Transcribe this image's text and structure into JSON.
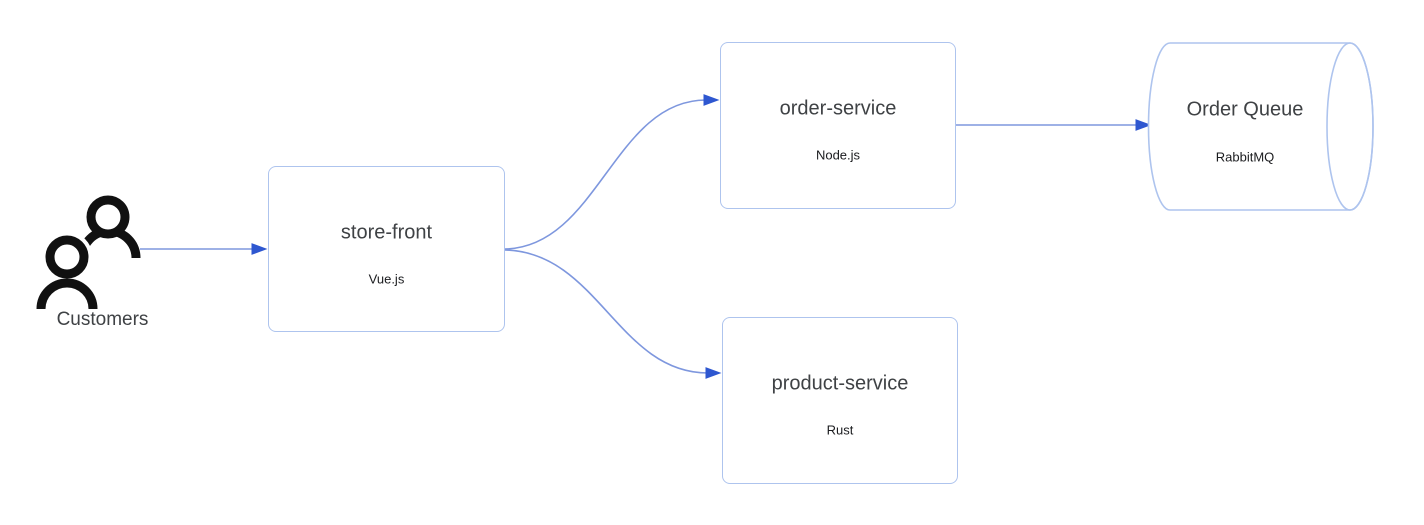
{
  "diagram": {
    "actor": {
      "label": "Customers",
      "icon": "users-icon"
    },
    "nodes": {
      "store_front": {
        "label": "store-front",
        "sublabel": "Vue.js",
        "shape": "rectangle"
      },
      "order_service": {
        "label": "order-service",
        "sublabel": "Node.js",
        "shape": "rectangle"
      },
      "product_service": {
        "label": "product-service",
        "sublabel": "Rust",
        "shape": "rectangle"
      },
      "order_queue": {
        "label": "Order Queue",
        "sublabel": "RabbitMQ",
        "shape": "cylinder"
      }
    },
    "edges": [
      {
        "from": "Customers",
        "to": "store-front"
      },
      {
        "from": "store-front",
        "to": "order-service"
      },
      {
        "from": "store-front",
        "to": "product-service"
      },
      {
        "from": "order-service",
        "to": "Order Queue"
      }
    ],
    "colors": {
      "background": "#ffffff",
      "node_border": "#aec4ee",
      "edge_line": "#7e97de",
      "edge_arrowhead": "#2e57d0",
      "node_title_text": "#3f4245",
      "node_subtitle_text": "#1a1b1e",
      "actor_icon": "#111111"
    }
  }
}
